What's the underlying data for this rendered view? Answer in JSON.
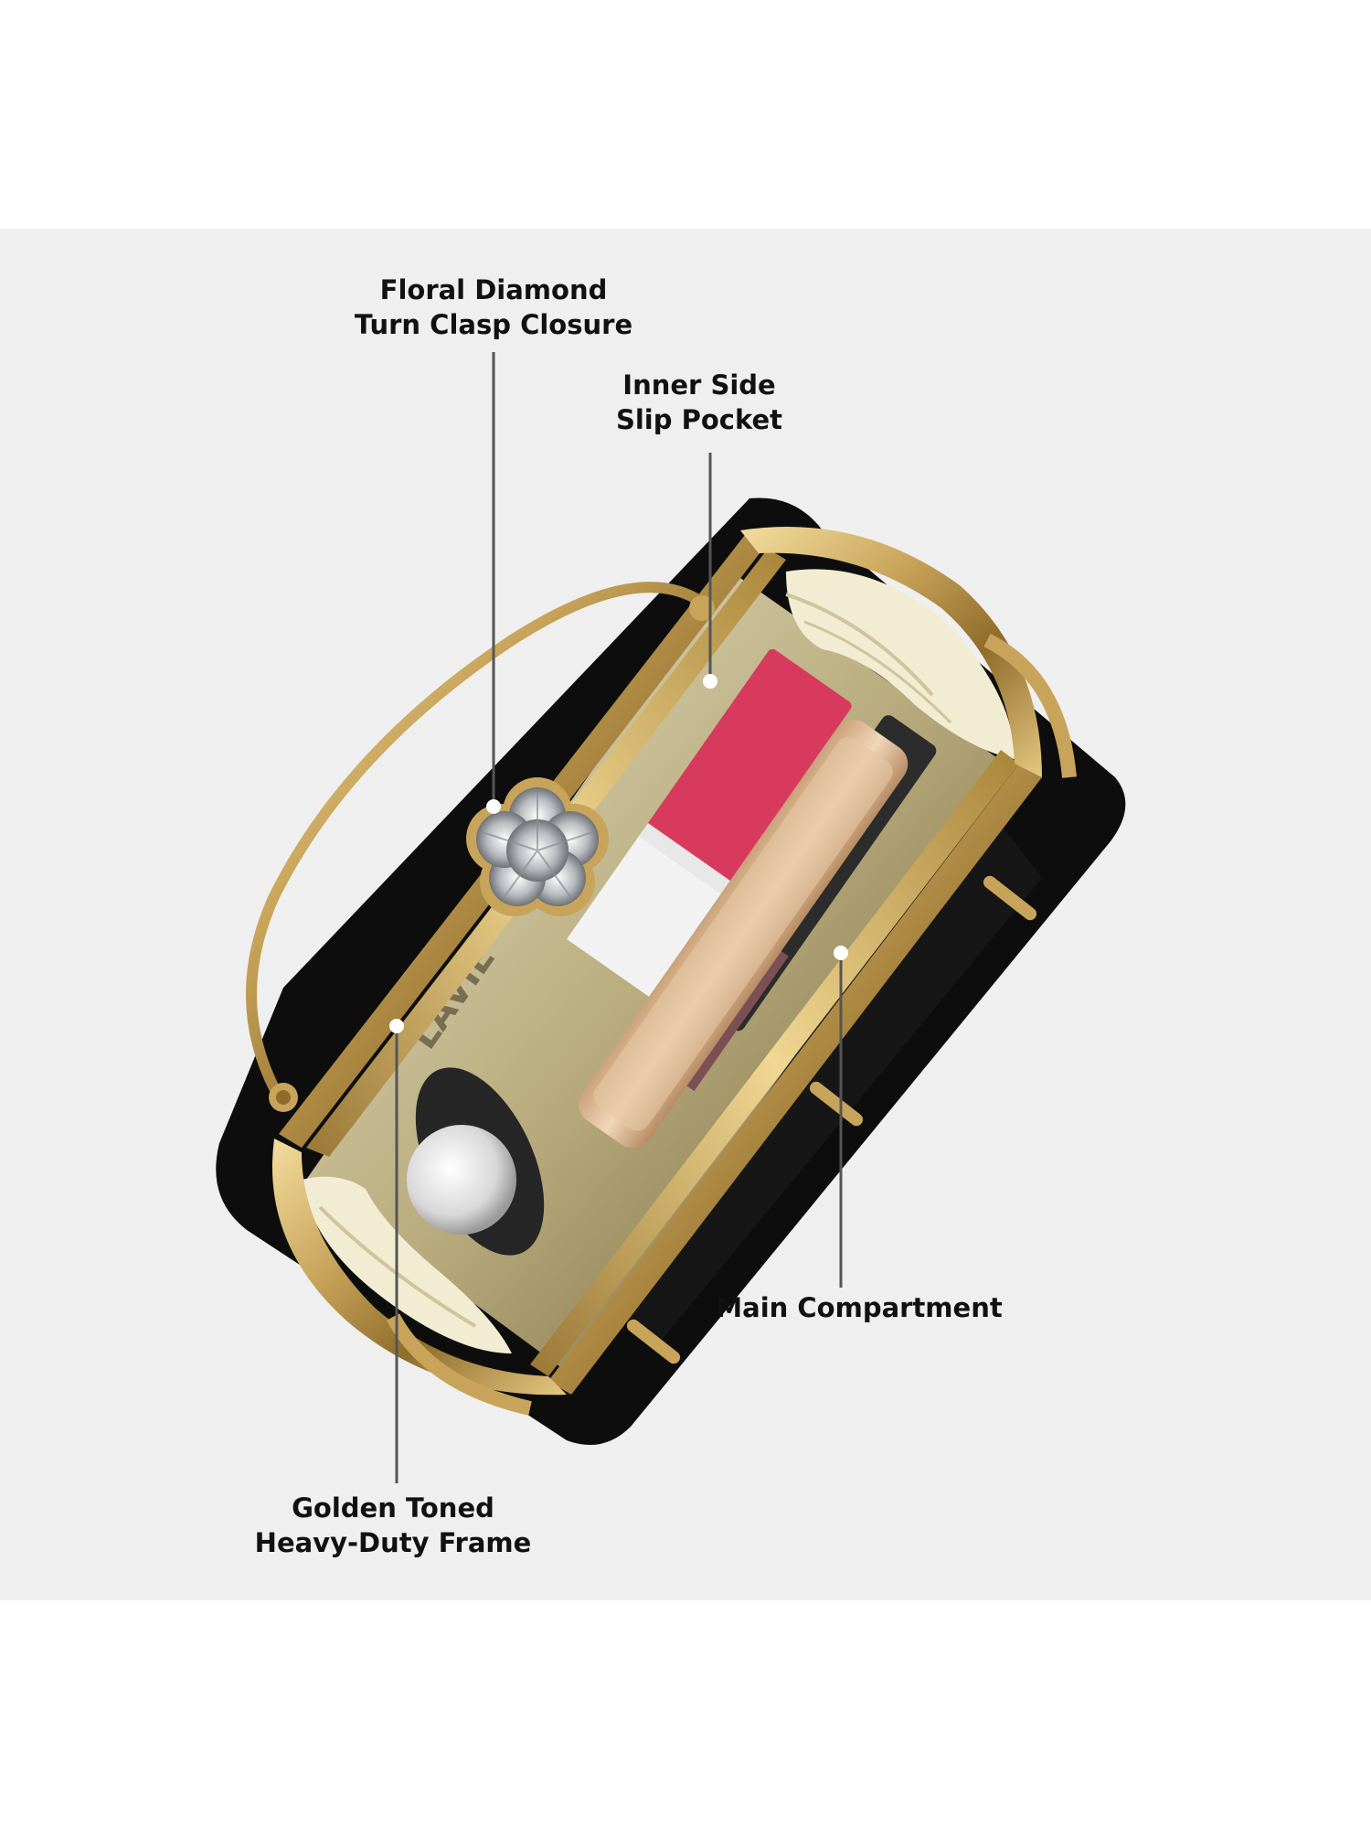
{
  "callouts": {
    "clasp": {
      "line1": "Floral Diamond",
      "line2": "Turn Clasp Closure"
    },
    "pocket": {
      "line1": "Inner Side",
      "line2": "Slip Pocket"
    },
    "compartment": {
      "line1": "Main Compartment"
    },
    "frame": {
      "line1": "Golden Toned",
      "line2": "Heavy-Duty Frame"
    }
  },
  "colors": {
    "background": "#efefef",
    "page": "#ffffff",
    "bag_body": "#0d0d0d",
    "frame_gold": "#c8a45a",
    "lining": "#f2ecd2",
    "lipstick": "#d83a5e",
    "leader_line": "#555555",
    "dot": "#ffffff"
  }
}
